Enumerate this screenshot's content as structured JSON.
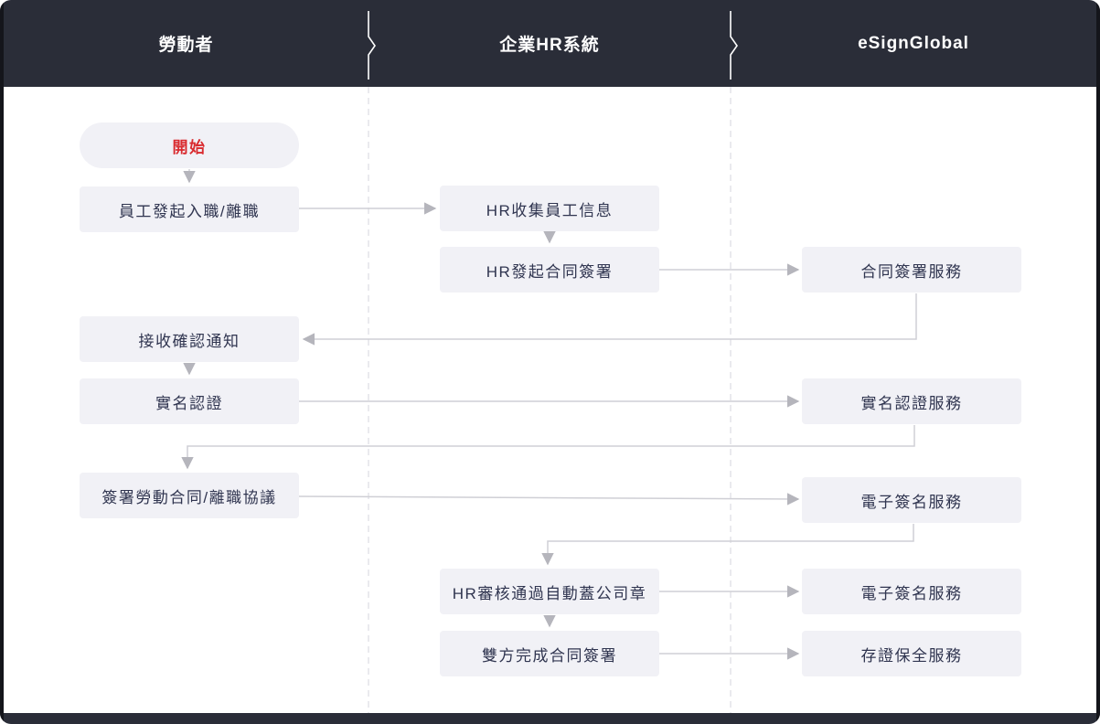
{
  "lanes": [
    {
      "title": "勞動者"
    },
    {
      "title": "企業HR系統"
    },
    {
      "title": "eSignGlobal"
    }
  ],
  "nodes": {
    "start": "開始",
    "emp_initiate": "員工發起入職/離職",
    "hr_collect": "HR收集員工信息",
    "hr_initiate": "HR發起合同簽署",
    "contract_service": "合同簽署服務",
    "receive_notice": "接收確認通知",
    "realname": "實名認證",
    "realname_service": "實名認證服務",
    "sign_contract": "簽署勞動合同/離職協議",
    "esign_service_1": "電子簽名服務",
    "hr_review": "HR審核通過自動蓋公司章",
    "esign_service_2": "電子簽名服務",
    "both_complete": "雙方完成合同簽署",
    "evidence_service": "存證保全服務"
  },
  "colors": {
    "header_bg": "#2a2d38",
    "node_bg": "#f1f1f6",
    "node_text": "#303550",
    "start_text": "#d92b2f",
    "connector": "#cfcfd5",
    "arrowhead": "#b5b5bc",
    "lane_divider": "#e1e1e7",
    "header_text": "#ffffff"
  }
}
